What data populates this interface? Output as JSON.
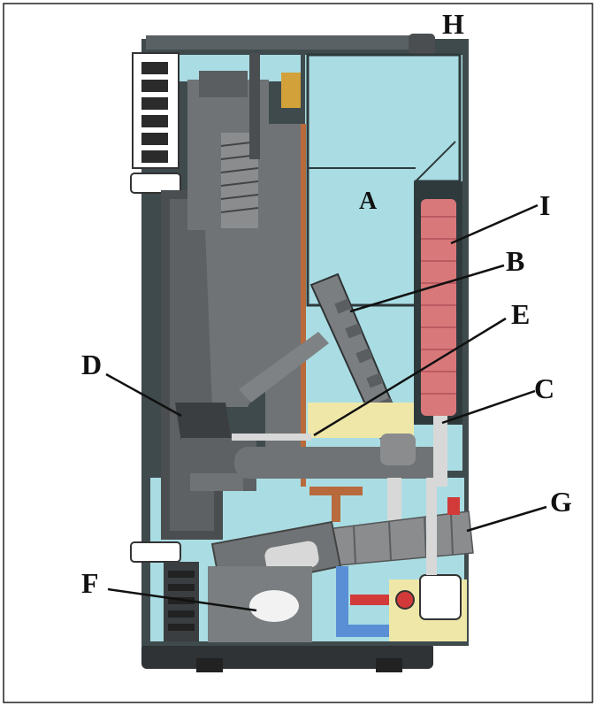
{
  "labels": {
    "A": "A",
    "B": "B",
    "C": "C",
    "D": "D",
    "E": "E",
    "F": "F",
    "G": "G",
    "H": "H",
    "I": "I"
  },
  "colors": {
    "frame_border": "#222222",
    "cabinet_teal": "#a9dde3",
    "cabinet_dark": "#3f4a4d",
    "body_gray": "#6f7375",
    "body_dark": "#4a4e50",
    "radiator_red": "#d9787a",
    "pipe_copper": "#b86a3c",
    "pipe_blue": "#5a8fd6",
    "pipe_red": "#d23a3a",
    "flue_gray": "#8a8c8e",
    "base_cream": "#efe7a8",
    "leader_line": "#111111"
  }
}
